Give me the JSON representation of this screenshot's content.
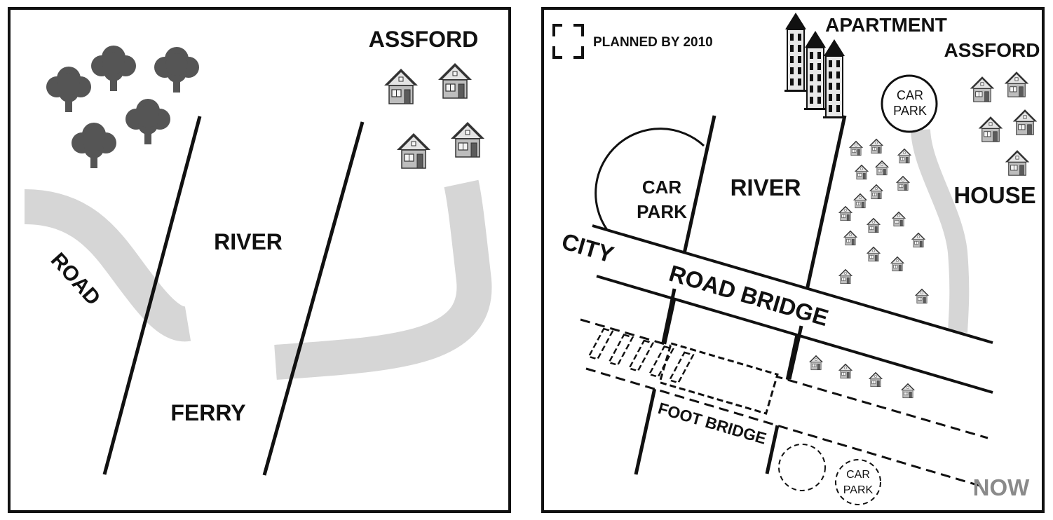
{
  "left_map": {
    "labels": {
      "town": "ASSFORD",
      "river": "RIVER",
      "road": "ROAD",
      "ferry": "FERRY"
    }
  },
  "right_map": {
    "legend": {
      "planned": "PLANNED BY 2010"
    },
    "labels": {
      "apartment": "APARTMENT",
      "town": "ASSFORD",
      "house": "HOUSE",
      "river": "RIVER",
      "city": "CITY",
      "road_bridge": "ROAD BRIDGE",
      "foot_bridge": "FOOT BRIDGE",
      "now": "NOW",
      "car_park_line1": "CAR",
      "car_park_line2": "PARK"
    }
  },
  "colors": {
    "road": "#d6d6d6",
    "tree": "#555555",
    "house_wall": "#bdbdbd",
    "now_text": "#8a8a8a",
    "border": "#111111"
  }
}
